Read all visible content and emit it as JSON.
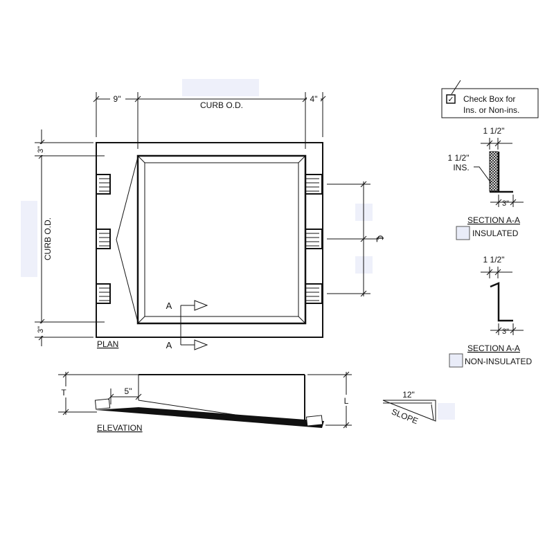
{
  "checkbox_note": {
    "line1": "Check Box for",
    "line2": "Ins. or Non-ins.",
    "mark": "✓"
  },
  "plan": {
    "label": "PLAN",
    "dim_left": "9\"",
    "dim_curb_od": "CURB O.D.",
    "dim_right": "4\"",
    "dim_top": "3\"",
    "dim_curb_od_vertical": "CURB O.D.",
    "dim_bottom": "3\"",
    "centerline_symbol": "℄",
    "section_marker_1": "A",
    "section_marker_2": "A"
  },
  "elevation": {
    "label": "ELEVATION",
    "dim_t": "T",
    "dim_5": "5\"",
    "dim_l": "L"
  },
  "slope": {
    "run": "12\"",
    "label": "SLOPE"
  },
  "section_insulated": {
    "dim_top": "1 1/2\"",
    "ins_line1": "1 1/2\"",
    "ins_line2": "INS.",
    "dim_bottom": "3\"",
    "title": "SECTION A-A",
    "option": "INSULATED"
  },
  "section_noninsulated": {
    "dim_top": "1 1/2\"",
    "dim_bottom": "3\"",
    "title": "SECTION A-A",
    "option": "NON-INSULATED"
  }
}
